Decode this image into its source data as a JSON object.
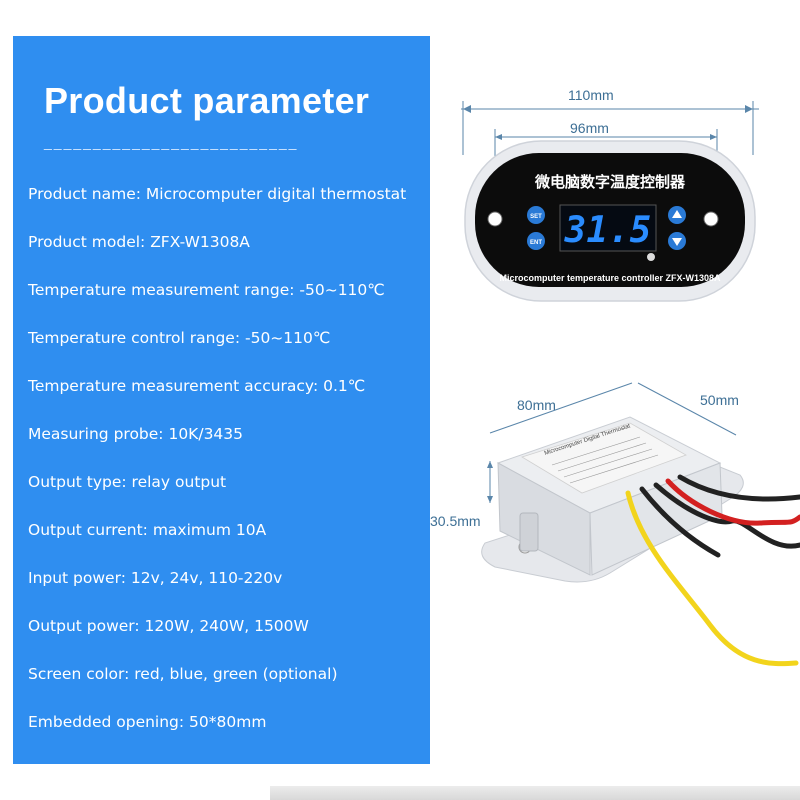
{
  "title": "Product parameter",
  "divider": "__________________________",
  "params": [
    "Product name: Microcomputer digital thermostat",
    "Product model: ZFX-W1308A",
    "Temperature measurement range: -50~110℃",
    "Temperature control range: -50~110℃",
    "Temperature measurement accuracy: 0.1℃",
    "Measuring probe: 10K/3435",
    "Output type: relay output",
    "Output current: maximum 10A",
    "Input power: 12v, 24v, 110-220v",
    "Output power: 120W, 240W, 1500W",
    "Screen color: red, blue, green (optional)",
    "Embedded opening: 50*80mm"
  ],
  "front": {
    "dim_outer": "110mm",
    "dim_inner": "96mm",
    "chinese_label": "微电脑数字温度控制器",
    "display": "31.5",
    "set_label": "SET",
    "ent_label": "ENT",
    "model_label": "Microcomputer temperature controller ZFX-W1308A",
    "colors": {
      "display_digits": "#2a8cff",
      "buttons": "#2a7ad6",
      "face": "#0d0d0d",
      "bezel": "#e8eaee"
    }
  },
  "side": {
    "dim_length": "80mm",
    "dim_width": "50mm",
    "dim_height": "30.5mm",
    "label_title": "Microcomputer Digital Thermostat",
    "wire_colors": [
      "#f2d41c",
      "#222222",
      "#222222",
      "#d32020",
      "#222222"
    ]
  }
}
